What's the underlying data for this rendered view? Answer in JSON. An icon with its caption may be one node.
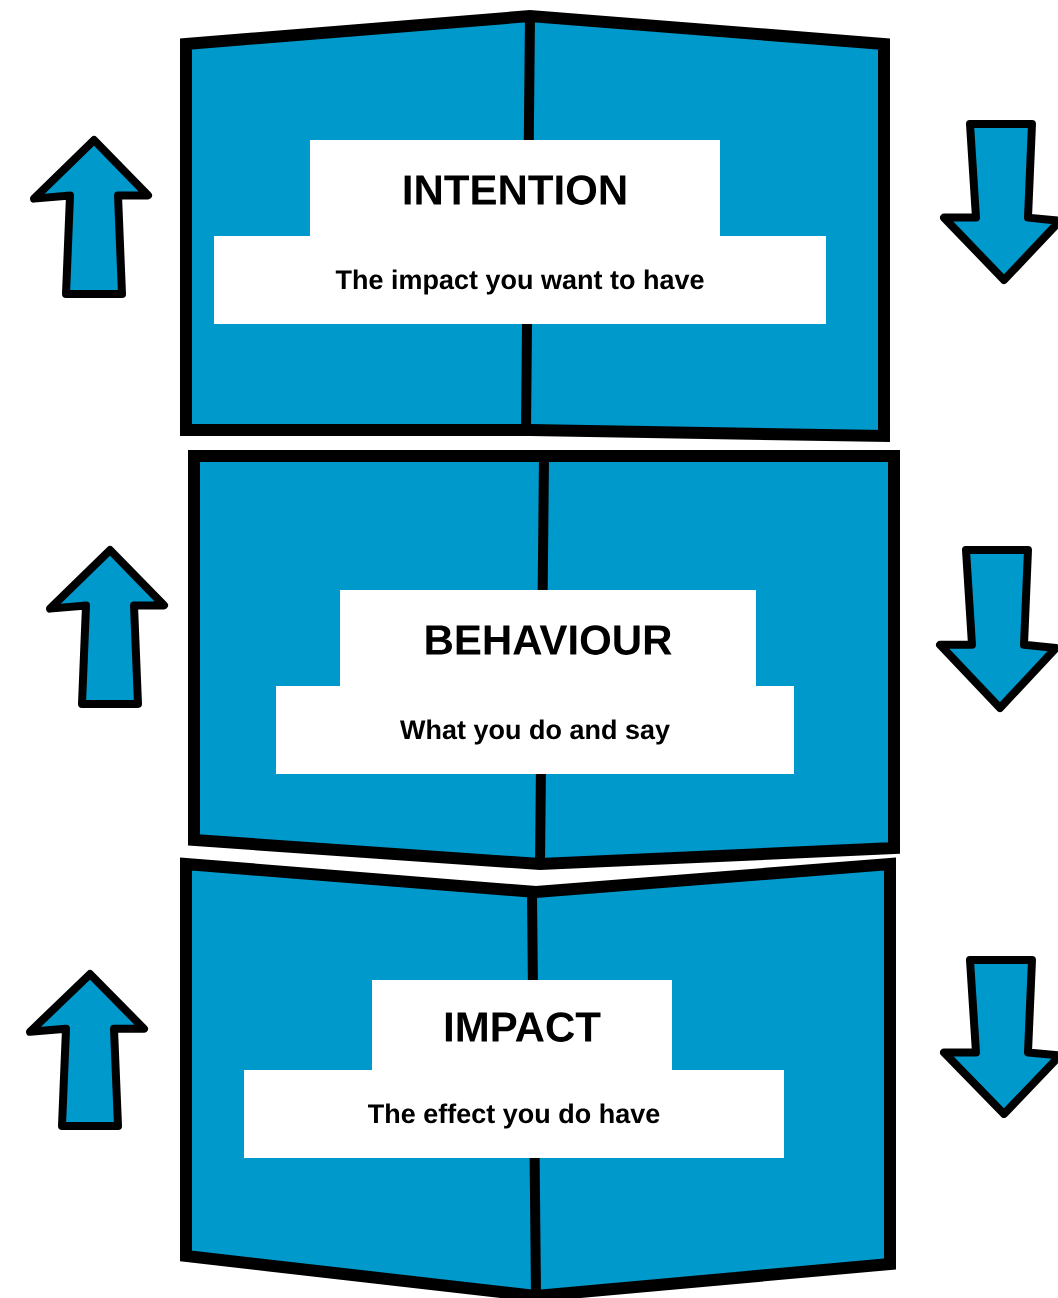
{
  "diagram": {
    "nodes": [
      {
        "text": [
          "INTENTION",
          "The impact you want to have"
        ]
      },
      {
        "text": [
          "BEHAVIOUR",
          "What you do and say"
        ]
      },
      {
        "text": [
          "IMPACT",
          "The effect you do have"
        ]
      }
    ]
  }
}
